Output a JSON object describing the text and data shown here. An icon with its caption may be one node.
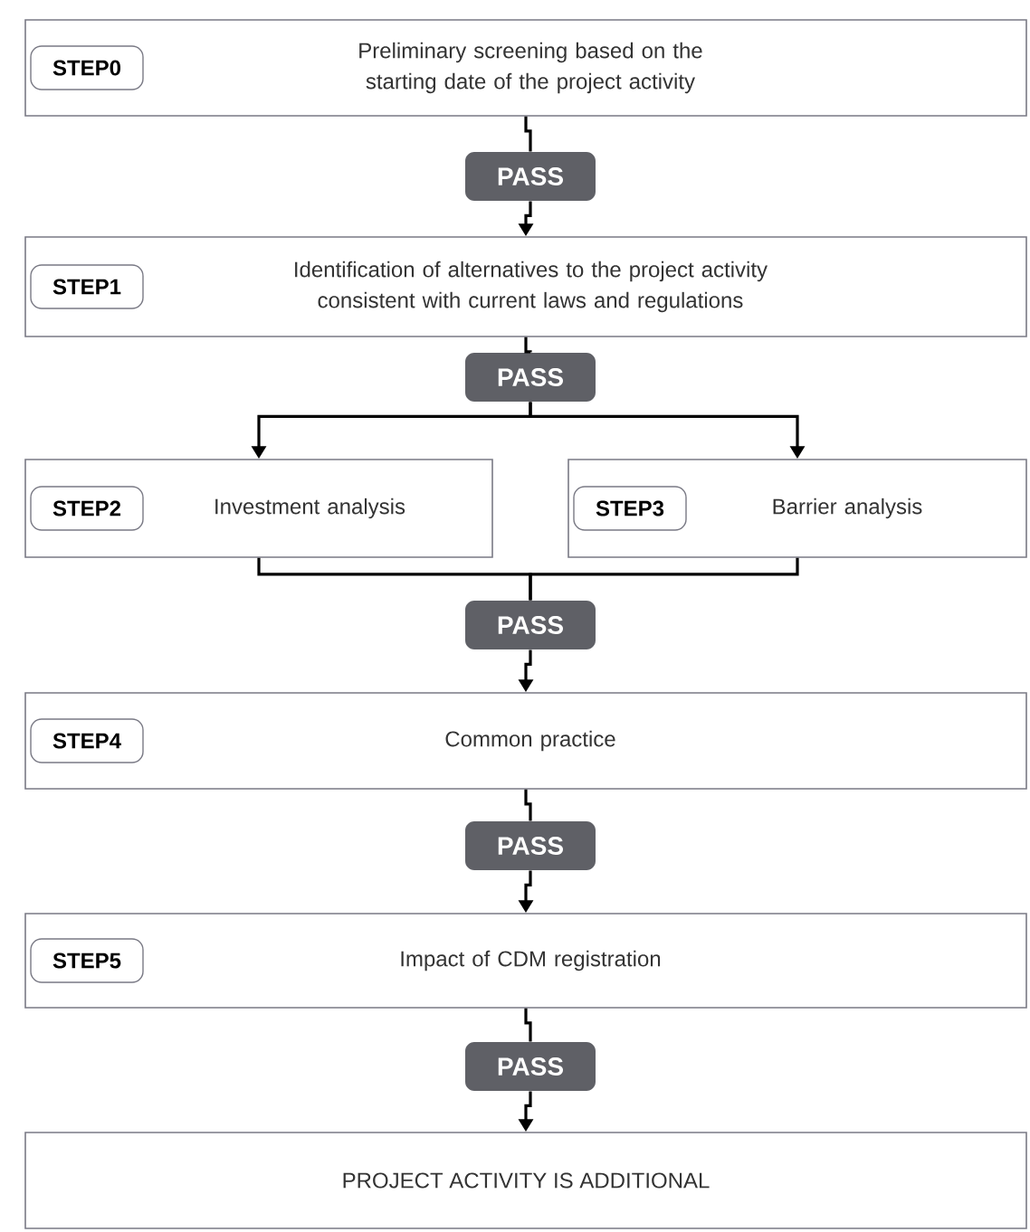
{
  "diagram": {
    "nodes": [
      {
        "text": [
          "STEP0",
          "Preliminary screening based on the starting date of the project activity"
        ]
      },
      {
        "text": [
          "PASS"
        ]
      },
      {
        "text": [
          "STEP1",
          "Identification of alternatives to the project activity consistent with current laws and regulations"
        ]
      },
      {
        "text": [
          "PASS"
        ]
      },
      {
        "text": [
          "STEP2",
          "Investment analysis"
        ]
      },
      {
        "text": [
          "STEP3",
          "Barrier analysis"
        ]
      },
      {
        "text": [
          "PASS"
        ]
      },
      {
        "text": [
          "STEP4",
          "Common practice"
        ]
      },
      {
        "text": [
          "PASS"
        ]
      },
      {
        "text": [
          "STEP5",
          "Impact of CDM registration"
        ]
      },
      {
        "text": [
          "PASS"
        ]
      },
      {
        "text": [
          "PROJECT ACTIVITY IS ADDITIONAL"
        ]
      }
    ],
    "edges": [
      {
        "from": 0,
        "to": 1,
        "arrow": "none"
      },
      {
        "from": 1,
        "to": 2,
        "arrow": "to"
      },
      {
        "from": 2,
        "to": 3,
        "arrow": "none"
      },
      {
        "from": 3,
        "to": 4,
        "arrow": "to"
      },
      {
        "from": 3,
        "to": 5,
        "arrow": "to"
      },
      {
        "from": 4,
        "to": 6,
        "arrow": "none"
      },
      {
        "from": 5,
        "to": 6,
        "arrow": "none"
      },
      {
        "from": 6,
        "to": 7,
        "arrow": "to"
      },
      {
        "from": 7,
        "to": 8,
        "arrow": "none"
      },
      {
        "from": 8,
        "to": 9,
        "arrow": "to"
      },
      {
        "from": 9,
        "to": 10,
        "arrow": "none"
      },
      {
        "from": 10,
        "to": 11,
        "arrow": "to"
      }
    ]
  }
}
